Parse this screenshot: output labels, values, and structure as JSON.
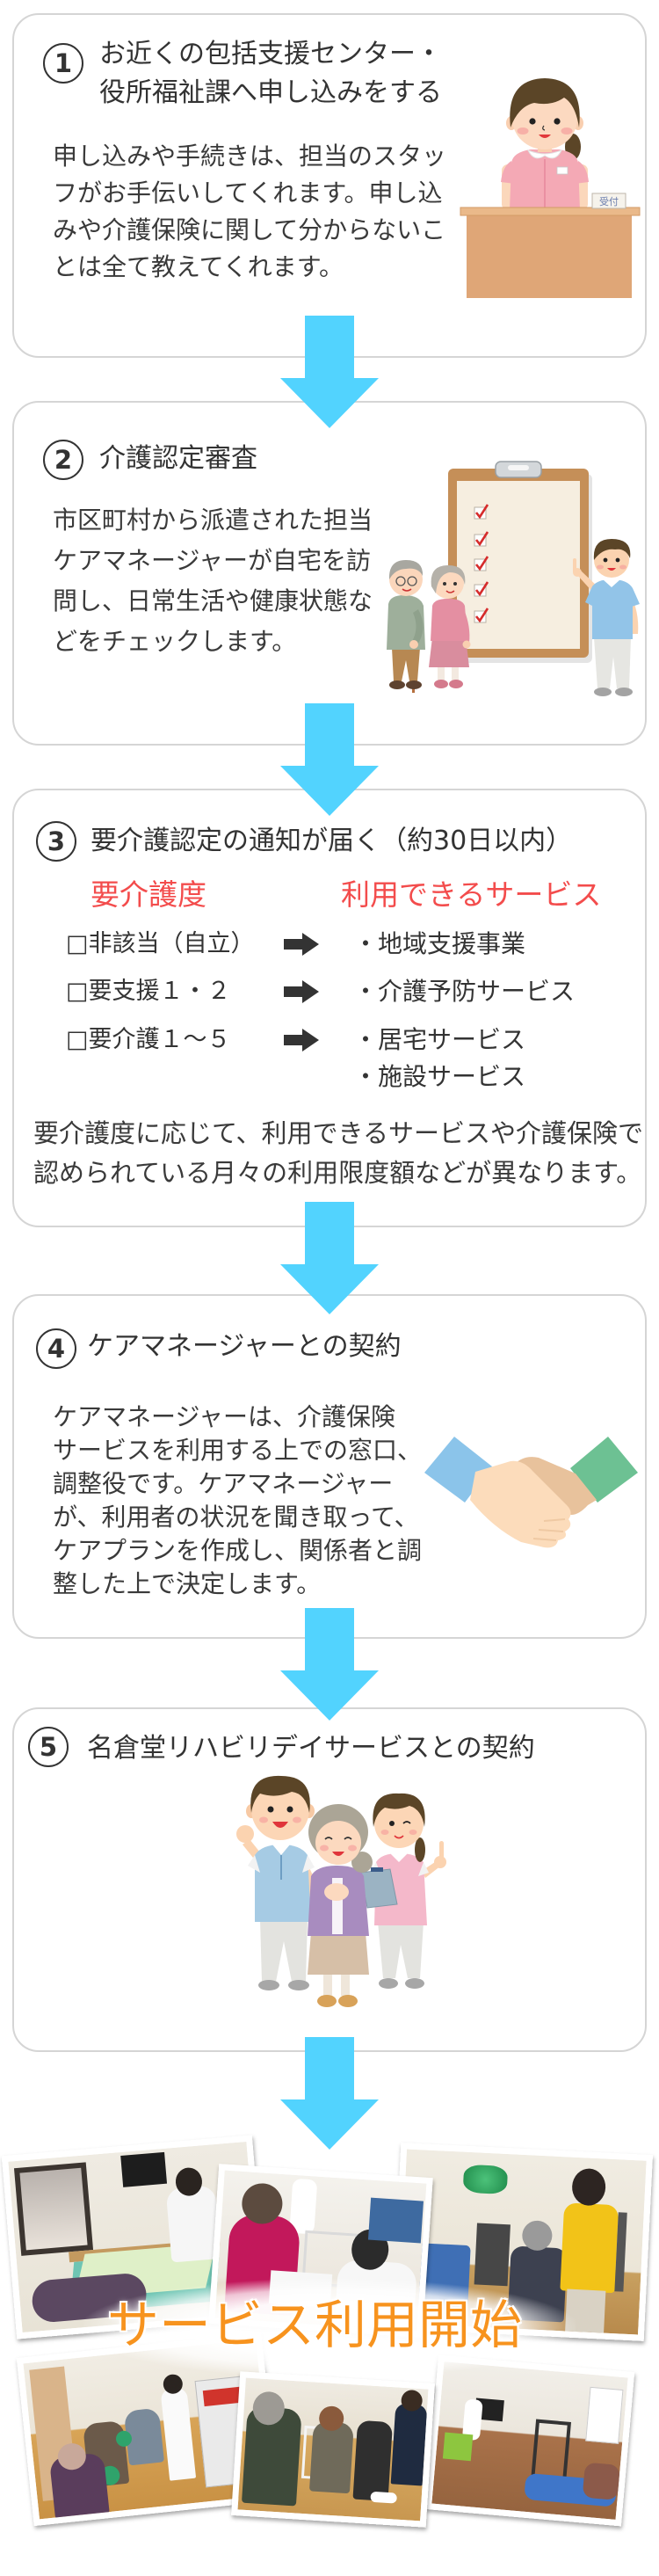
{
  "steps": [
    {
      "number": "1",
      "title_lines": [
        "お近くの包括支援センター・",
        "役所福祉課へ申し込みをする"
      ],
      "body_lines": [
        "申し込みや手続きは、担当のスタッ",
        "フがお手伝いしてくれます。申し込",
        "みや介護保険に関して分からないこ",
        "とは全て教えてくれます。"
      ],
      "illustration": "receptionist-at-desk",
      "sign_text": "受付"
    },
    {
      "number": "2",
      "title_lines": [
        "介護認定審査"
      ],
      "body_lines": [
        "市区町村から派遣された担当",
        "ケアマネージャーが自宅を訪",
        "問し、日常生活や健康状態な",
        "どをチェックします。"
      ],
      "illustration": "checklist-assessment"
    },
    {
      "number": "3",
      "title_lines": [
        "要介護認定の通知が届く（約30日以内）"
      ],
      "table": {
        "header_level": "要介護度",
        "header_services": "利用できるサービス",
        "rows": [
          {
            "level": "□非該当（自立）",
            "arrow": "right-arrow-icon",
            "services": [
              "・地域支援事業"
            ]
          },
          {
            "level": "□要支援１・２",
            "arrow": "right-arrow-icon",
            "services": [
              "・介護予防サービス"
            ]
          },
          {
            "level": "□要介護１～５",
            "arrow": "right-arrow-icon",
            "services": [
              "・居宅サービス",
              "・施設サービス"
            ]
          }
        ]
      },
      "body_lines": [
        "要介護度に応じて、利用できるサービスや介護保険で",
        "認められている月々の利用限度額などが異なります。"
      ]
    },
    {
      "number": "4",
      "title_lines": [
        "ケアマネージャーとの契約"
      ],
      "body_lines": [
        "ケアマネージャーは、介護保険",
        "サービスを利用する上での窓口、",
        "調整役です。ケアマネージャー",
        "が、利用者の状況を聞き取って、",
        "ケアプランを作成し、関係者と調",
        "整した上で決定します。"
      ],
      "illustration": "handshake"
    },
    {
      "number": "5",
      "title_lines": [
        "名倉堂リハビリデイサービスとの契約"
      ],
      "illustration": "staff-and-elderly-group"
    }
  ],
  "connector": {
    "icon": "down-arrow-icon",
    "count": 5
  },
  "final": {
    "label": "サービス利用開始",
    "photo_collage": [
      "treatment-bed-photo",
      "seated-consultation-photo",
      "assisted-exercise-photo",
      "group-ball-exercise-photo",
      "chair-exercise-photo",
      "rehab-room-photo"
    ]
  },
  "colors": {
    "arrow": "#52d3fe",
    "heading-red": "#f34c4c",
    "cta-orange": "#f7931e",
    "text": "#333333",
    "card-border": "#d5d5d5"
  }
}
